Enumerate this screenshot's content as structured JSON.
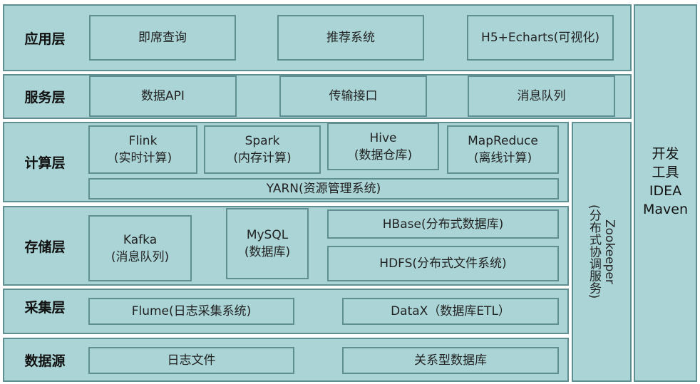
{
  "layers": {
    "app": "应用层",
    "service": "服务层",
    "compute": "计算层",
    "storage": "存储层",
    "collect": "采集层",
    "source": "数据源"
  },
  "app_boxes": [
    "即席查询",
    "推荐系统",
    "H5+Echarts(可视化)"
  ],
  "service_boxes": [
    "数据API",
    "传输接口",
    "消息队列"
  ],
  "compute": {
    "flink": [
      "Flink",
      "(实时计算)"
    ],
    "spark": [
      "Spark",
      "(内存计算)"
    ],
    "hive": [
      "Hive",
      "(数据仓库)"
    ],
    "mapreduce": [
      "MapReduce",
      "(离线计算)"
    ],
    "yarn": "YARN(资源管理系统)"
  },
  "storage": {
    "kafka": [
      "Kafka",
      "(消息队列)"
    ],
    "mysql": [
      "MySQL",
      "(数据库)"
    ],
    "hbase": "HBase(分布式数据库)",
    "hdfs": "HDFS(分布式文件系统)"
  },
  "collect_boxes": [
    "Flume(日志采集系统)",
    "DataX（数据库ETL）"
  ],
  "source_boxes": [
    "日志文件",
    "关系型数据库"
  ],
  "zookeeper": [
    "Zookeeper",
    "(分布式协调服务)"
  ],
  "devtools": [
    "开发",
    "工具",
    "IDEA",
    "Maven"
  ]
}
